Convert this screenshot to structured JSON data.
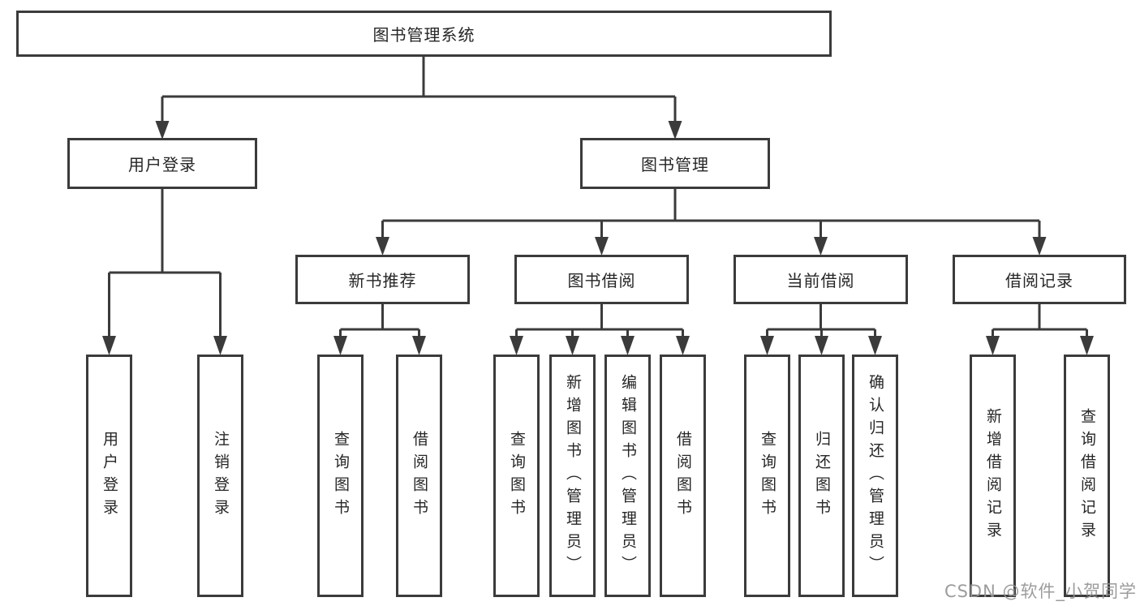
{
  "watermark": "CSDN @软件_小贺同学",
  "colors": {
    "line": "#3b3b3b",
    "box_border": "#3b3b3b",
    "text": "#262626",
    "background": "#ffffff",
    "watermark": "#949494"
  },
  "tree": {
    "root": {
      "label": "图书管理系统"
    },
    "branches": [
      {
        "label": "用户登录",
        "children": [
          {
            "label": "用户登录"
          },
          {
            "label": "注销登录"
          }
        ]
      },
      {
        "label": "图书管理",
        "children": [
          {
            "label": "新书推荐",
            "children": [
              {
                "label": "查询图书"
              },
              {
                "label": "借阅图书"
              }
            ]
          },
          {
            "label": "图书借阅",
            "children": [
              {
                "label": "查询图书"
              },
              {
                "label": "新增图书（管理员）"
              },
              {
                "label": "编辑图书（管理员）"
              },
              {
                "label": "借阅图书"
              }
            ]
          },
          {
            "label": "当前借阅",
            "children": [
              {
                "label": "查询图书"
              },
              {
                "label": "归还图书"
              },
              {
                "label": "确认归还（管理员）"
              }
            ]
          },
          {
            "label": "借阅记录",
            "children": [
              {
                "label": "新增借阅记录"
              },
              {
                "label": "查询借阅记录"
              }
            ]
          }
        ]
      }
    ]
  }
}
